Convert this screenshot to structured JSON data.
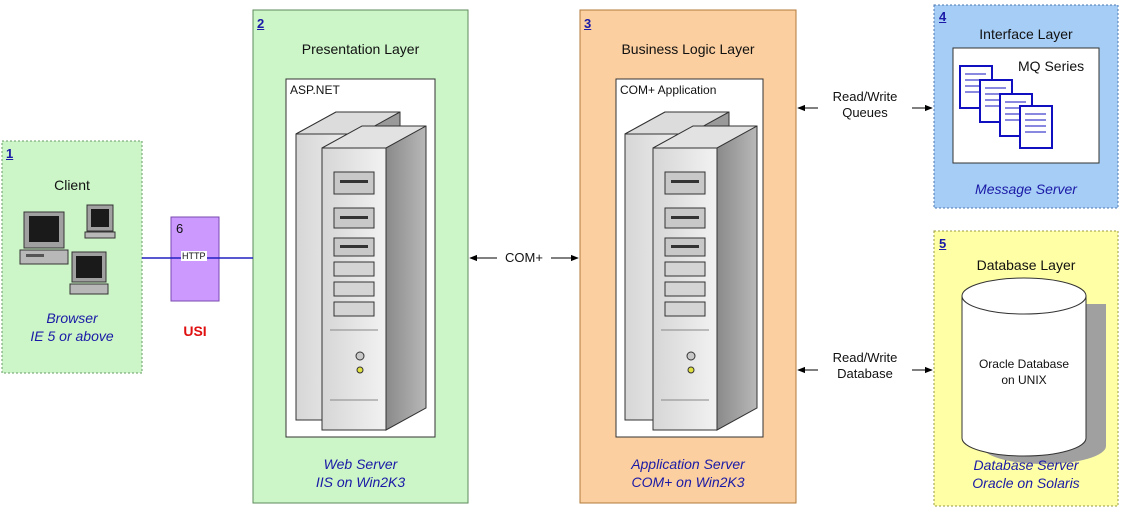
{
  "layers": {
    "client": {
      "num": "1",
      "title": "Client",
      "caption1": "Browser",
      "caption2": "IE 5 or above"
    },
    "usi": {
      "num": "6",
      "protocol": "HTTP",
      "name": "USI"
    },
    "presentation": {
      "num": "2",
      "title": "Presentation Layer",
      "inner": "ASP.NET",
      "caption1": "Web Server",
      "caption2": "IIS on Win2K3"
    },
    "business": {
      "num": "3",
      "title": "Business Logic Layer",
      "inner": "COM+ Application",
      "caption1": "Application Server",
      "caption2": "COM+ on Win2K3"
    },
    "interface": {
      "num": "4",
      "title": "Interface Layer",
      "inner": "MQ Series",
      "caption": "Message Server"
    },
    "database": {
      "num": "5",
      "title": "Database Layer",
      "db1": "Oracle Database",
      "db2": "on UNIX",
      "caption1": "Database Server",
      "caption2": "Oracle on Solaris"
    }
  },
  "connections": {
    "com": "COM+",
    "queues1": "Read/Write",
    "queues2": "Queues",
    "db1": "Read/Write",
    "db2": "Database"
  },
  "colors": {
    "green": "#ccf5c8",
    "violet": "#cc99ff",
    "orange": "#fbcfa0",
    "blue": "#a6cdf6",
    "yellow": "#ffffa6",
    "usi_red": "#e01010",
    "caption_blue": "#1a1aa6"
  }
}
